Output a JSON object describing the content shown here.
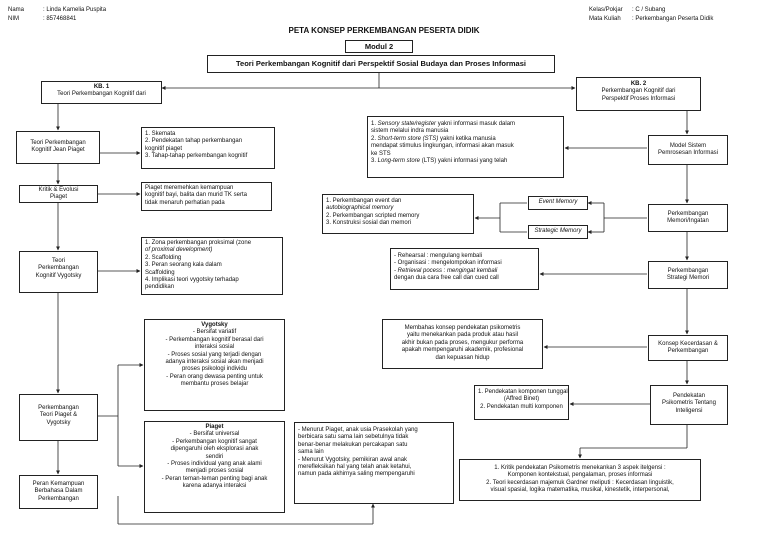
{
  "header": {
    "left": {
      "name_label": "Nama",
      "name_value": ": Linda Kamelia Puspita",
      "nim_label": "NIM",
      "nim_value": ": 857468841"
    },
    "right": {
      "class_label": "Kelas/Pokjar",
      "class_value": ": C / Subang",
      "course_label": "Mata Kuliah",
      "course_value": ": Perkembangan Peserta Didik"
    }
  },
  "title": "PETA KONSEP PERKEMBANGAN PESERTA DIDIK",
  "module": "Modul 2",
  "module_title": "Teori Perkembangan Kognitif dari Perspektif Sosial Budaya dan Proses Informasi",
  "left": {
    "kb1": {
      "head": "KB. 1",
      "body": "Teori Perkembangan Kognitif dari"
    },
    "piaget": [
      "Teori Perkembangan",
      "Kognitif Jean Piaget"
    ],
    "piaget_notes": [
      "1. Skemata",
      "2. Pendekatan tahap perkembangan",
      "    kognitif piaget",
      "3. Tahap-tahap perkembangan kognitif"
    ],
    "kritik": [
      "Kritik & Evolusi",
      "Piaget"
    ],
    "kritik_note": [
      "Piaget meremehkan kemampuan",
      "kognitif bayi, balita dan murid TK serta",
      "tidak menaruh perhatian pada"
    ],
    "vygotsky": [
      "Teori",
      "Perkembangan",
      "Kognitif Vygotsky"
    ],
    "vygotsky_notes": [
      "1. Zona perkembangan proksimal (zone",
      "    of proximal development)",
      "2. Scaffolding",
      "3. Peran seorang kala dalam",
      "    Scaffolding",
      "4. Implikasi teori vygotsky terhadap",
      "    pendidikan"
    ],
    "compare": [
      "Perkembangan",
      "Teori Piaget &",
      "Vygotsky"
    ],
    "vyg_box": {
      "head": "Vygotsky",
      "lines": [
        "- Bersifat variatif",
        "- Perkembangan kognitif berasal dari",
        "interaksi sosial",
        "- Proses sosial yang terjadi dengan",
        "adanya interaksi sosial akan menjadi",
        "proses psikologi individu",
        "- Peran orang dewasa penting untuk",
        "membantu proses belajar"
      ]
    },
    "pia_box": {
      "head": "Piaget",
      "lines": [
        "- Bersifat universal",
        "- Perkembangan kognitif sangat",
        "dipengaruhi oleh eksplorasi anak",
        "sendiri",
        "- Proses individual yang anak alami",
        "menjadi proses sosial",
        "- Peran teman-teman penting bagi anak",
        "karena adanya interaksi"
      ]
    },
    "peran": [
      "Peran Kemampuan",
      "Berbahasa Dalam",
      "Perkembangan"
    ],
    "peran_note": [
      "- Menurut Piaget, anak usia Prasekolah yang",
      "berbicara satu sama lain sebetulnya tidak",
      "benar-benar melakukan percakapan satu",
      "sama lain",
      "- Menurut Vygotsky, pemikiran awal anak",
      "merefleksikan hal yang telah anak ketahui,",
      "namun pada akhirnya saling mempengaruhi"
    ]
  },
  "right": {
    "kb2": {
      "head": "KB. 2",
      "body": [
        "Perkembangan Kognitif dari",
        "Perspektif Proses Informasi"
      ]
    },
    "model_notes": [
      {
        "i": "1. ",
        "em": "Sensory state/register",
        "t": " yakni informasi masuk dalam"
      },
      {
        "i": "",
        "em": "",
        "t": "sistem melalui indra manusia"
      },
      {
        "i": "2. ",
        "em": "Short-term store (STS)",
        "t": " yakni ketika manusia"
      },
      {
        "i": "",
        "em": "",
        "t": "mendapat stimulus lingkungan, informasi akan masuk"
      },
      {
        "i": "",
        "em": "",
        "t": "ke STS"
      },
      {
        "i": "3. ",
        "em": "Long-term store",
        "t": " (LTS) yakni informasi yang telah"
      }
    ],
    "model": [
      "Model Sistem",
      "Pemrosesan Informasi"
    ],
    "memori": [
      "Perkembangan",
      "Memori/Ingatan"
    ],
    "event_memory": "Event Memory",
    "strategic_memory": "Strategic Memory",
    "memori_notes": [
      "1. Perkembangan event dan",
      "    autobiographical memory",
      "2. Perkembangan scripted memory",
      "3. Konstruksi sosial dan memori"
    ],
    "strategi": [
      "Perkembangan",
      "Strategi Memori"
    ],
    "strategi_notes": [
      "- Rehearsal : mengulang kembali",
      "- Organisasi : mengelompokan informasi",
      "- Retrieval pocess : mengingat kembali",
      "   dengan dua cara  free call dan cued call"
    ],
    "kecerdasan": [
      "Konsep Kecerdasan &",
      "Perkembangan"
    ],
    "kecerdasan_note": [
      "Membahas konsep pendekatan psikometris",
      "yaitu menekankan pada produk atau hasil",
      "akhir bukan pada proses, mengukur performa",
      "apakah mempengaruhi akademik, profesional",
      "dan kepuasan hidup"
    ],
    "psikometris": [
      "Pendekatan",
      "Psikometris Tentang",
      "Inteligensi"
    ],
    "psiko_notes": [
      "1. Pendekatan komponen tunggal",
      "(Affred Binet)",
      "2. Pendekatan multi komponen"
    ],
    "final_notes": [
      "1. Kritik pendekatan Psikometris menekankan 3 aspek itelgensi :",
      "Komponen kontekstual, pengalaman, proses informasi",
      "2. Teori kecerdasan majemuk Gardner meliputi : Kecerdasan linguistik,",
      "visual spasial, logika matematika, musikal, kinestetik, interpersonal,"
    ]
  }
}
